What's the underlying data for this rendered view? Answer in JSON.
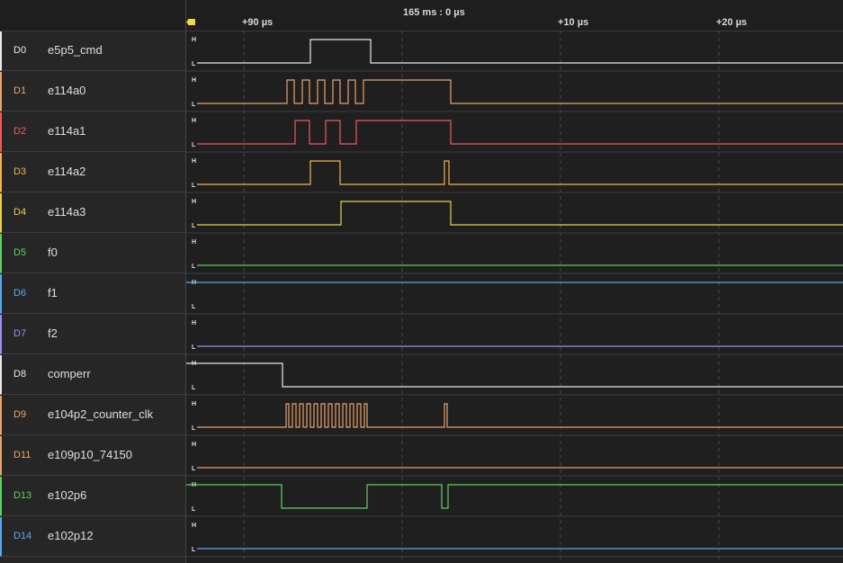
{
  "timeline": {
    "center_label": "165 ms : 0 µs",
    "ticks": [
      "+90 µs",
      "+10 µs",
      "+20 µs"
    ]
  },
  "level_labels": {
    "high": "H",
    "low": "L"
  },
  "channels": [
    {
      "id": "D0",
      "name": "e5p5_cmd",
      "color": "#e8e8e8",
      "init": 0,
      "edges": [
        345,
        412
      ]
    },
    {
      "id": "D1",
      "name": "e114a0",
      "color": "#e8a36a",
      "init": 0,
      "edges": [
        319,
        327,
        336,
        344,
        353,
        361,
        370,
        378,
        387,
        395,
        404,
        501
      ]
    },
    {
      "id": "D2",
      "name": "e114a1",
      "color": "#f05a5a",
      "init": 0,
      "edges": [
        328,
        344,
        362,
        378,
        396,
        501
      ]
    },
    {
      "id": "D3",
      "name": "e114a2",
      "color": "#f3b24c",
      "init": 0,
      "edges": [
        345,
        378,
        494,
        499
      ]
    },
    {
      "id": "D4",
      "name": "e114a3",
      "color": "#ead047",
      "init": 0,
      "edges": [
        379,
        501
      ]
    },
    {
      "id": "D5",
      "name": "f0",
      "color": "#5cd163",
      "init": 0,
      "edges": []
    },
    {
      "id": "D6",
      "name": "f1",
      "color": "#5aa9f0",
      "init": 1,
      "edges": []
    },
    {
      "id": "D7",
      "name": "f2",
      "color": "#a58cf0",
      "init": 0,
      "edges": []
    },
    {
      "id": "D8",
      "name": "comperr",
      "color": "#e8e8e8",
      "init": 1,
      "edges": [
        314
      ]
    },
    {
      "id": "D9",
      "name": "e104p2_counter_clk",
      "color": "#e8a36a",
      "init": 0,
      "edges": [
        318,
        321,
        325,
        329,
        333,
        337,
        341,
        345,
        349,
        353,
        357,
        361,
        365,
        369,
        373,
        377,
        381,
        385,
        389,
        393,
        397,
        401,
        405,
        408,
        494,
        497
      ]
    },
    {
      "id": "D11",
      "name": "e109p10_74150",
      "color": "#e8a36a",
      "init": 0,
      "edges": []
    },
    {
      "id": "D13",
      "name": "e102p6",
      "color": "#5cd163",
      "init": 1,
      "edges": [
        313,
        408,
        491,
        498
      ]
    },
    {
      "id": "D14",
      "name": "e102p12",
      "color": "#5aa9f0",
      "init": 0,
      "edges": []
    }
  ]
}
